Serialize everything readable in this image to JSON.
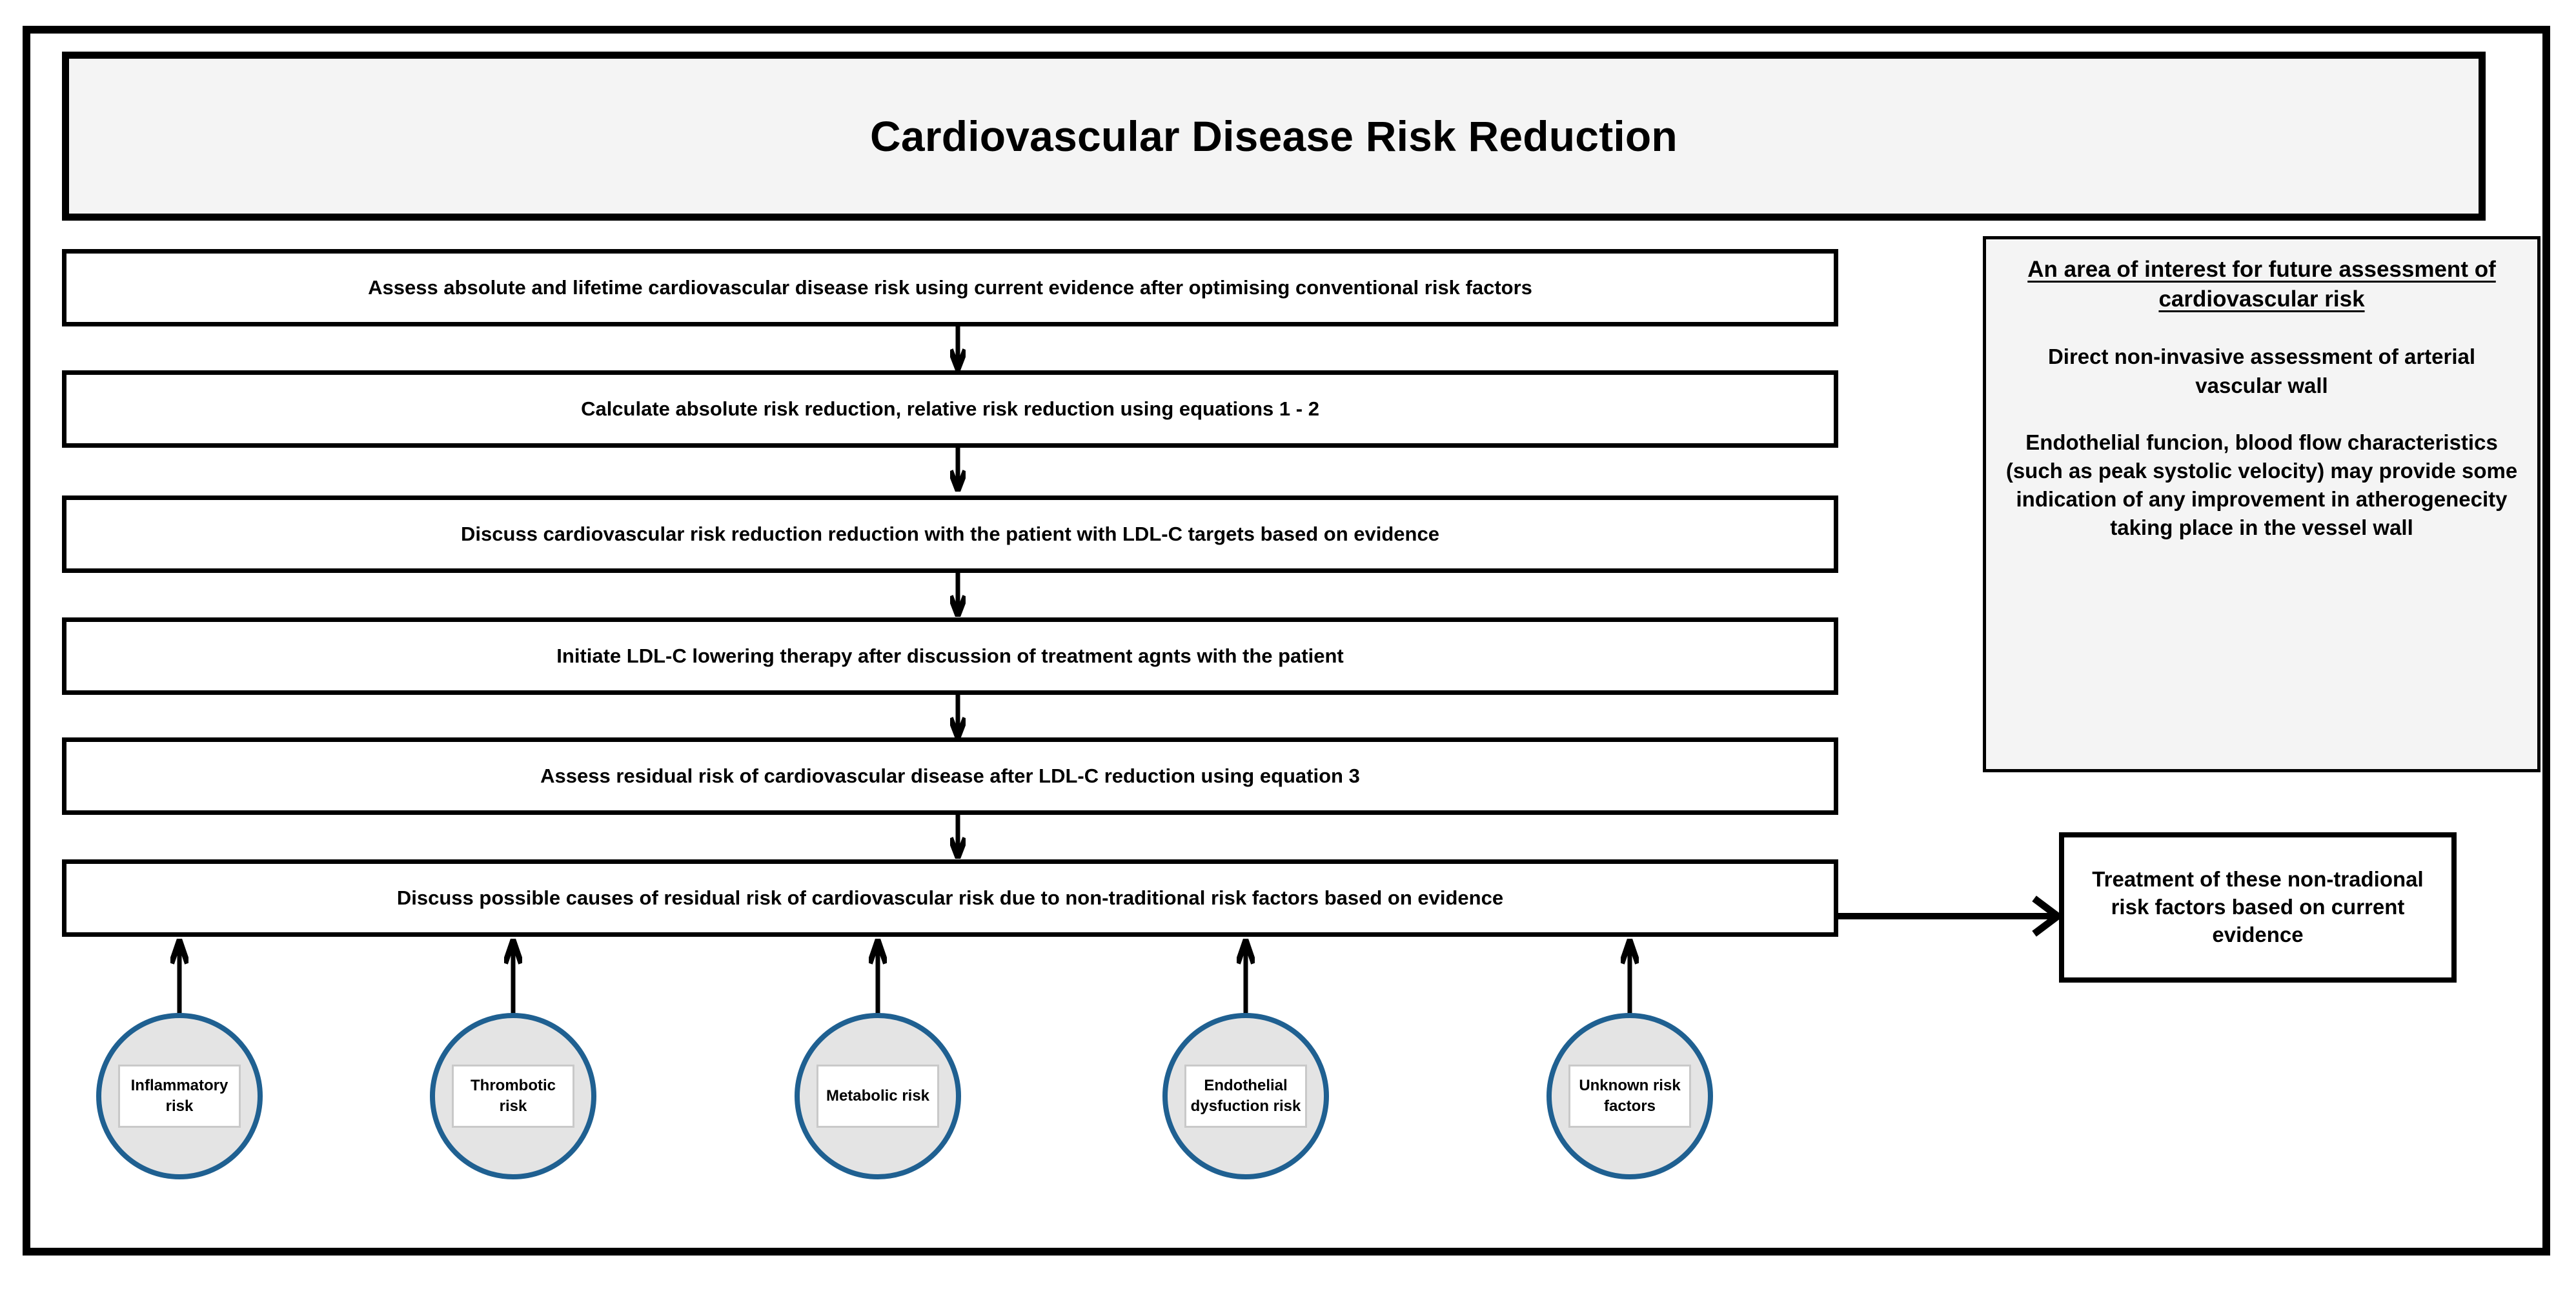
{
  "title": "Cardiovascular Disease Risk Reduction",
  "flow_steps": [
    {
      "label": "Assess absolute and lifetime cardiovascular disease risk using current evidence after optimising conventional risk factors"
    },
    {
      "label": "Calculate absolute risk reduction, relative risk reduction using equations 1 - 2"
    },
    {
      "label": "Discuss cardiovascular risk reduction reduction with the patient with LDL-C targets based on evidence"
    },
    {
      "label": "Initiate LDL-C lowering therapy after discussion of treatment agnts with the patient"
    },
    {
      "label": "Assess residual risk of cardiovascular disease after LDL-C reduction using equation 3"
    },
    {
      "label": "Discuss possible causes of residual risk of cardiovascular risk due to non-traditional risk factors based on evidence"
    }
  ],
  "info_panel": {
    "heading": "An area of interest for future assessment of cardiovascular risk",
    "paragraphs": [
      "Direct non-invasive assessment of arterial vascular wall",
      "Endothelial funcion, blood flow characteristics (such as peak systolic velocity) may provide some indication of any improvement in atherogenecity taking place in the vessel wall"
    ]
  },
  "treatment_box": {
    "label": "Treatment of these non-tradional risk factors based on current evidence"
  },
  "risk_circles": [
    {
      "label": "Inflammatory risk"
    },
    {
      "label": "Thrombotic risk"
    },
    {
      "label": "Metabolic risk"
    },
    {
      "label": "Endothelial dysfuction risk"
    },
    {
      "label": "Unknown risk factors"
    }
  ],
  "colors": {
    "frame": "#000000",
    "panel_fill": "#f4f4f4",
    "circle_stroke": "#1f6091",
    "circle_fill": "#e4e4e4",
    "label_border": "#c9c9c9"
  }
}
